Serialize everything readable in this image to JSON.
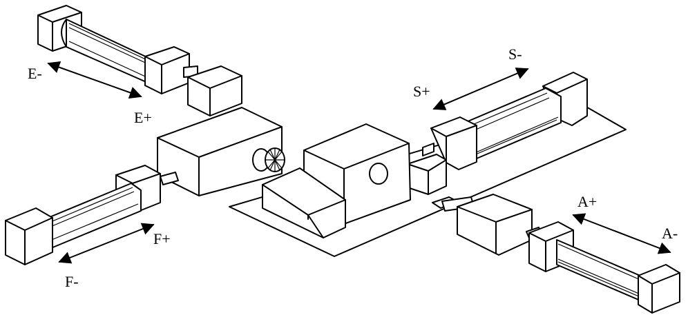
{
  "labels": {
    "e_minus": "E-",
    "e_plus": "E+",
    "s_minus": "S-",
    "s_plus": "S+",
    "f_plus": "F+",
    "f_minus": "F-",
    "a_plus": "A+",
    "a_minus": "A-"
  },
  "colors": {
    "line": "#000000",
    "fill": "#ffffff",
    "background": "#ffffff"
  }
}
